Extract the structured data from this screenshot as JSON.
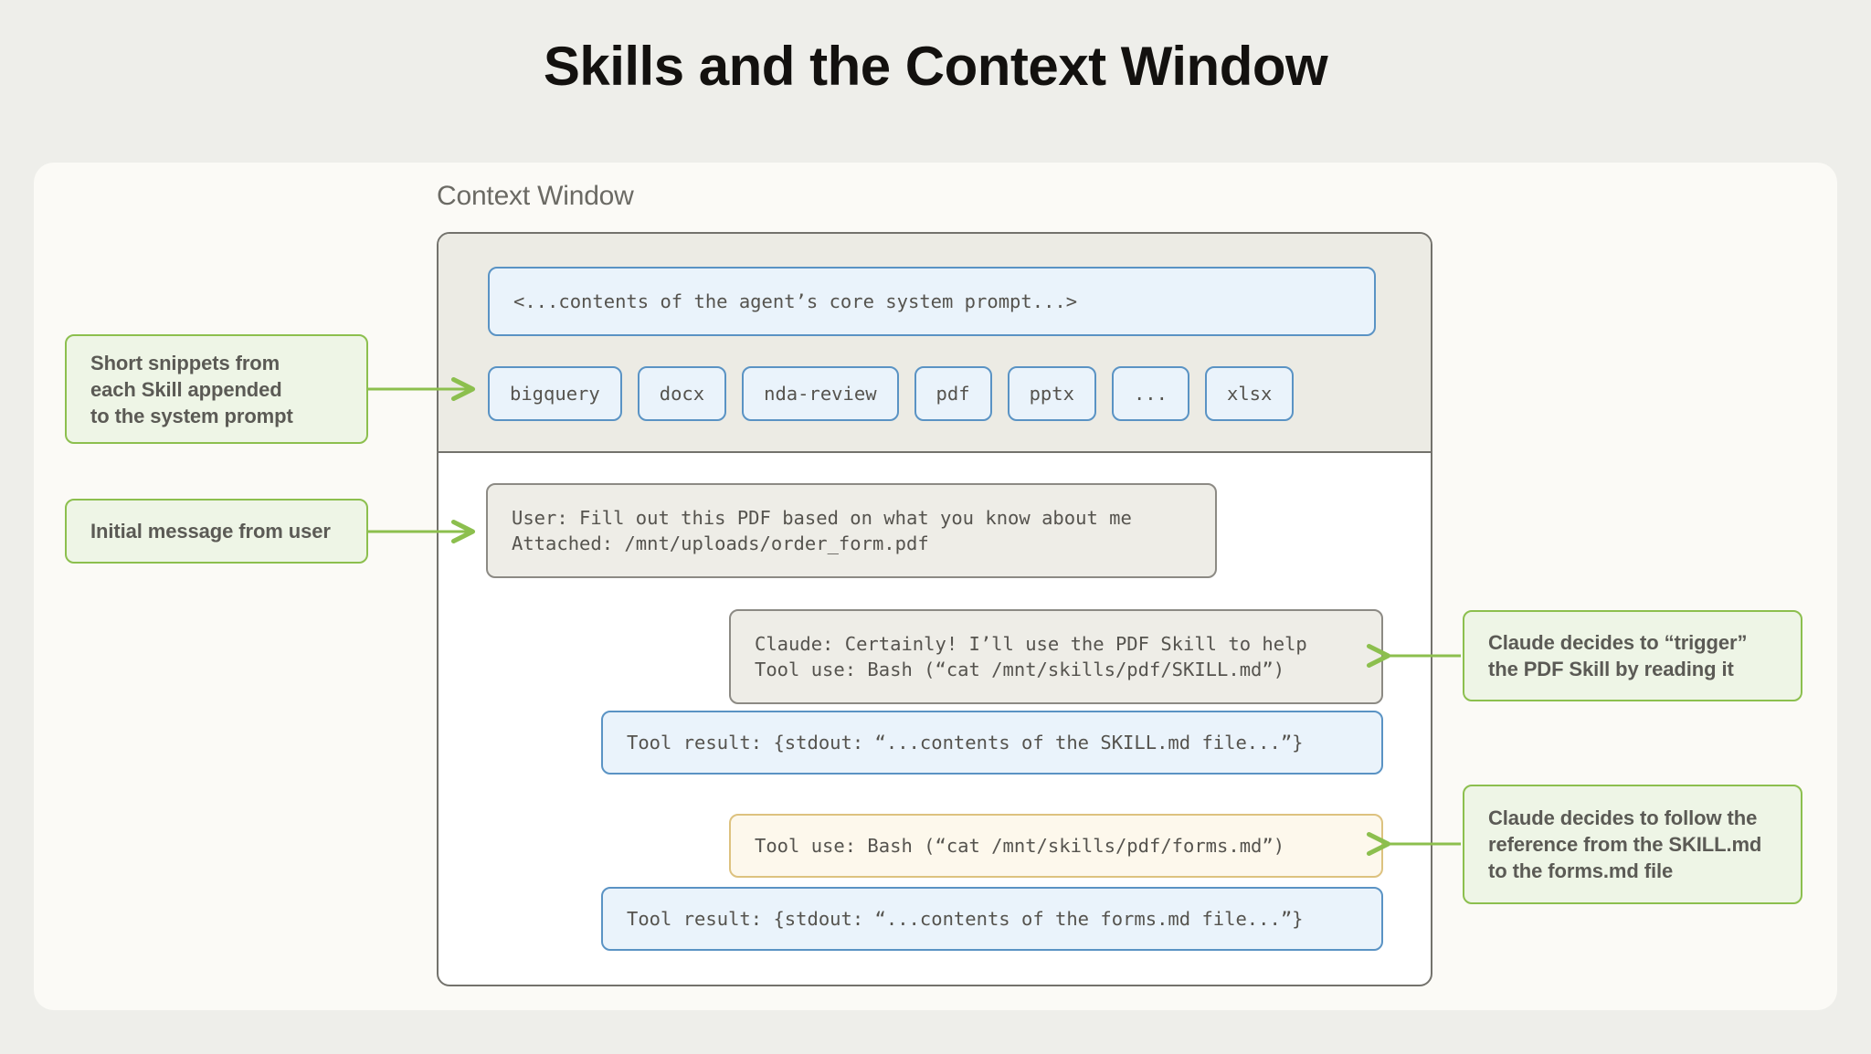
{
  "title": "Skills and the Context Window",
  "context_window": {
    "label": "Context Window",
    "system_prompt_box": "<...contents of the agent’s core system prompt...>",
    "skill_chips": [
      "bigquery",
      "docx",
      "nda-review",
      "pdf",
      "pptx",
      "...",
      "xlsx"
    ],
    "messages": [
      {
        "name": "user-message",
        "style": "grey",
        "lines": [
          "User: Fill out this PDF based on what you know about me",
          "Attached: /mnt/uploads/order_form.pdf"
        ]
      },
      {
        "name": "claude-message",
        "style": "grey",
        "lines": [
          "Claude: Certainly! I’ll use the PDF Skill to help",
          "Tool use: Bash (“cat /mnt/skills/pdf/SKILL.md”)"
        ]
      },
      {
        "name": "tool-result-skill-md",
        "style": "blue",
        "lines": [
          "Tool result: {stdout: “...contents of the SKILL.md file...”}"
        ]
      },
      {
        "name": "tool-use-forms-md",
        "style": "cream",
        "lines": [
          "Tool use: Bash (“cat /mnt/skills/pdf/forms.md”)"
        ]
      },
      {
        "name": "tool-result-forms-md",
        "style": "blue",
        "lines": [
          "Tool result: {stdout: “...contents of the forms.md file...”}"
        ]
      }
    ]
  },
  "annotations": {
    "snippets": "Short snippets from\neach Skill appended\nto the system prompt",
    "initial_message": "Initial message from user",
    "trigger": "Claude decides to “trigger”\nthe PDF Skill by reading it",
    "follow_reference": "Claude decides to follow the\nreference from the SKILL.md\nto the forms.md file"
  },
  "colors": {
    "page_background": "#eeeeea",
    "card_background": "#fbfaf6",
    "system_region": "#ecebe4",
    "frame_border": "#73726c",
    "blue_fill": "#eaf3fb",
    "blue_border": "#5a93c4",
    "grey_fill": "#eeede7",
    "grey_border": "#8c8a84",
    "cream_fill": "#fdf8ec",
    "cream_border": "#ddc27f",
    "note_fill": "#eef5e6",
    "note_border": "#8cbf4e",
    "accent_green": "#8cbf4e",
    "title_text": "#13110f",
    "body_text": "#55534e"
  }
}
